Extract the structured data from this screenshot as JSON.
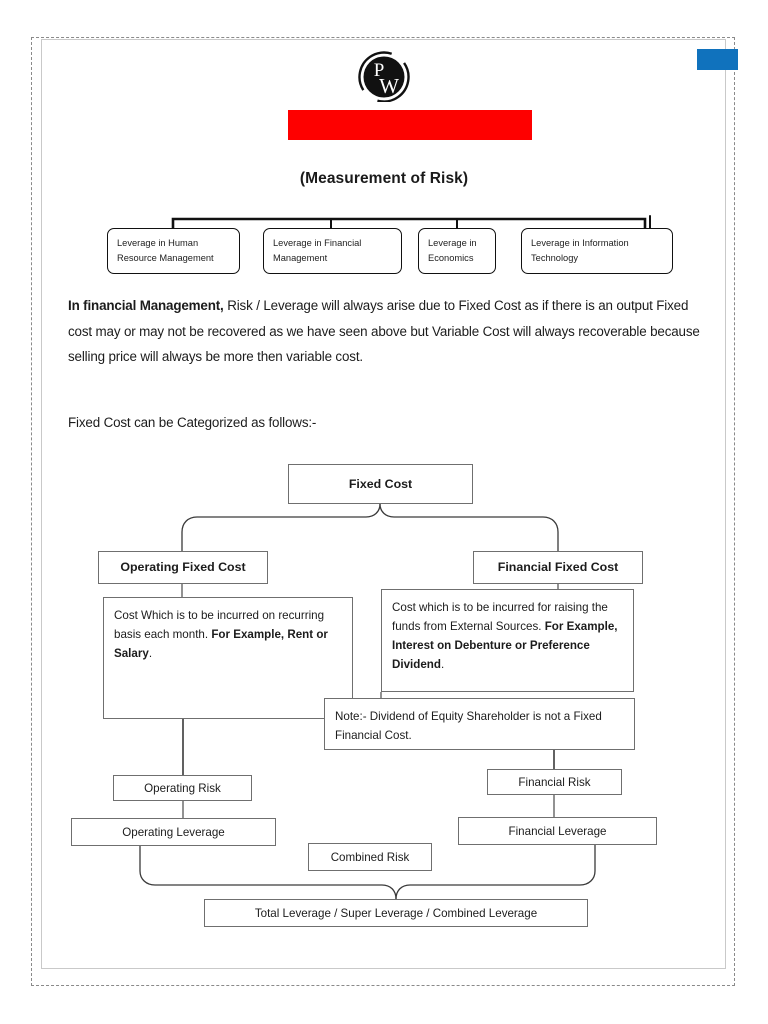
{
  "page": {
    "background_color": "#ffffff",
    "border_style": "dashed",
    "border_color": "#8a8a8a"
  },
  "marker": {
    "name": "blue-highlight-chip",
    "color": "#1072bd"
  },
  "logo": {
    "name": "pw-logo",
    "letter_top": "P",
    "letter_bottom": "W",
    "color": "#111111"
  },
  "banner": {
    "name": "red-banner",
    "color": "#fe0000",
    "text": ""
  },
  "heading": {
    "text": "(Measurement of Risk)"
  },
  "leverage_types": [
    {
      "label": "Leverage in Human Resource Management",
      "line1": "Leverage in Human",
      "line2": "Resource Management"
    },
    {
      "label": "Leverage in Financial Management",
      "line1": "Leverage in Financial",
      "line2": "Management"
    },
    {
      "label": "Leverage in Economics",
      "line1": "Leverage in",
      "line2": "Economics"
    },
    {
      "label": "Leverage in Information Technology",
      "line1": "Leverage in Information",
      "line2": "Technology"
    }
  ],
  "paragraphs": {
    "main_bold_lead": "In financial Management,",
    "main_rest": " Risk / Leverage will always arise due to Fixed Cost as if there is an output Fixed cost may or may not be recovered as we have seen above but Variable Cost will always recoverable because selling price will always be more then variable cost.",
    "fixed_cost_intro": "Fixed Cost can be Categorized as follows:-"
  },
  "fixed_cost_tree": {
    "root": "Fixed Cost",
    "left_branch": "Operating Fixed Cost",
    "right_branch": "Financial Fixed Cost",
    "left_desc_plain_1": "Cost Which is to be incurred on recurring basis each month. ",
    "left_desc_bold": "For Example, Rent or Salary",
    "left_desc_plain_2": ".",
    "right_desc_plain_1": "Cost which is to be incurred for raising the funds from External Sources. ",
    "right_desc_bold": "For Example, Interest on Debenture or Preference Dividend",
    "right_desc_plain_2": ".",
    "note": "Note:- Dividend of Equity Shareholder is not a Fixed Financial Cost."
  },
  "risk_tree": {
    "operating_risk": "Operating Risk",
    "financial_risk": "Financial Risk",
    "operating_leverage": "Operating Leverage",
    "financial_leverage": "Financial Leverage",
    "combined_risk": "Combined Risk",
    "total_leverage": "Total Leverage / Super Leverage / Combined Leverage"
  }
}
